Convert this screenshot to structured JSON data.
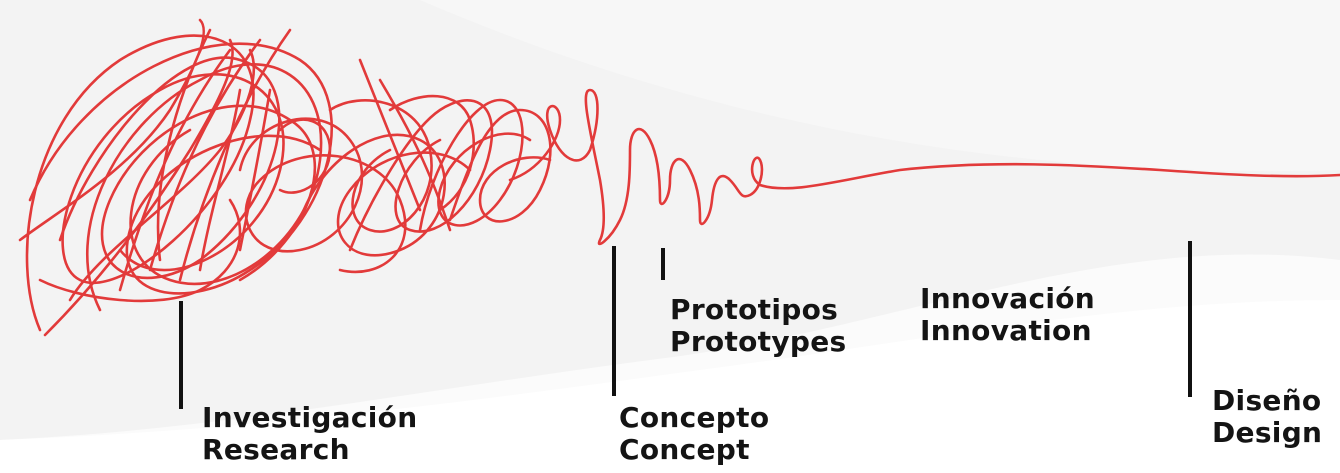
{
  "colors": {
    "background": "#fbfbfb",
    "scribble": "#e23a3a",
    "text": "#141414"
  },
  "stages": [
    {
      "es": "Investigación",
      "en": "Research"
    },
    {
      "es": "Concepto",
      "en": "Concept"
    },
    {
      "es": "Prototipos",
      "en": "Prototypes"
    },
    {
      "es": "Innovación",
      "en": "Innovation"
    },
    {
      "es": "Diseño",
      "en": "Design"
    }
  ]
}
